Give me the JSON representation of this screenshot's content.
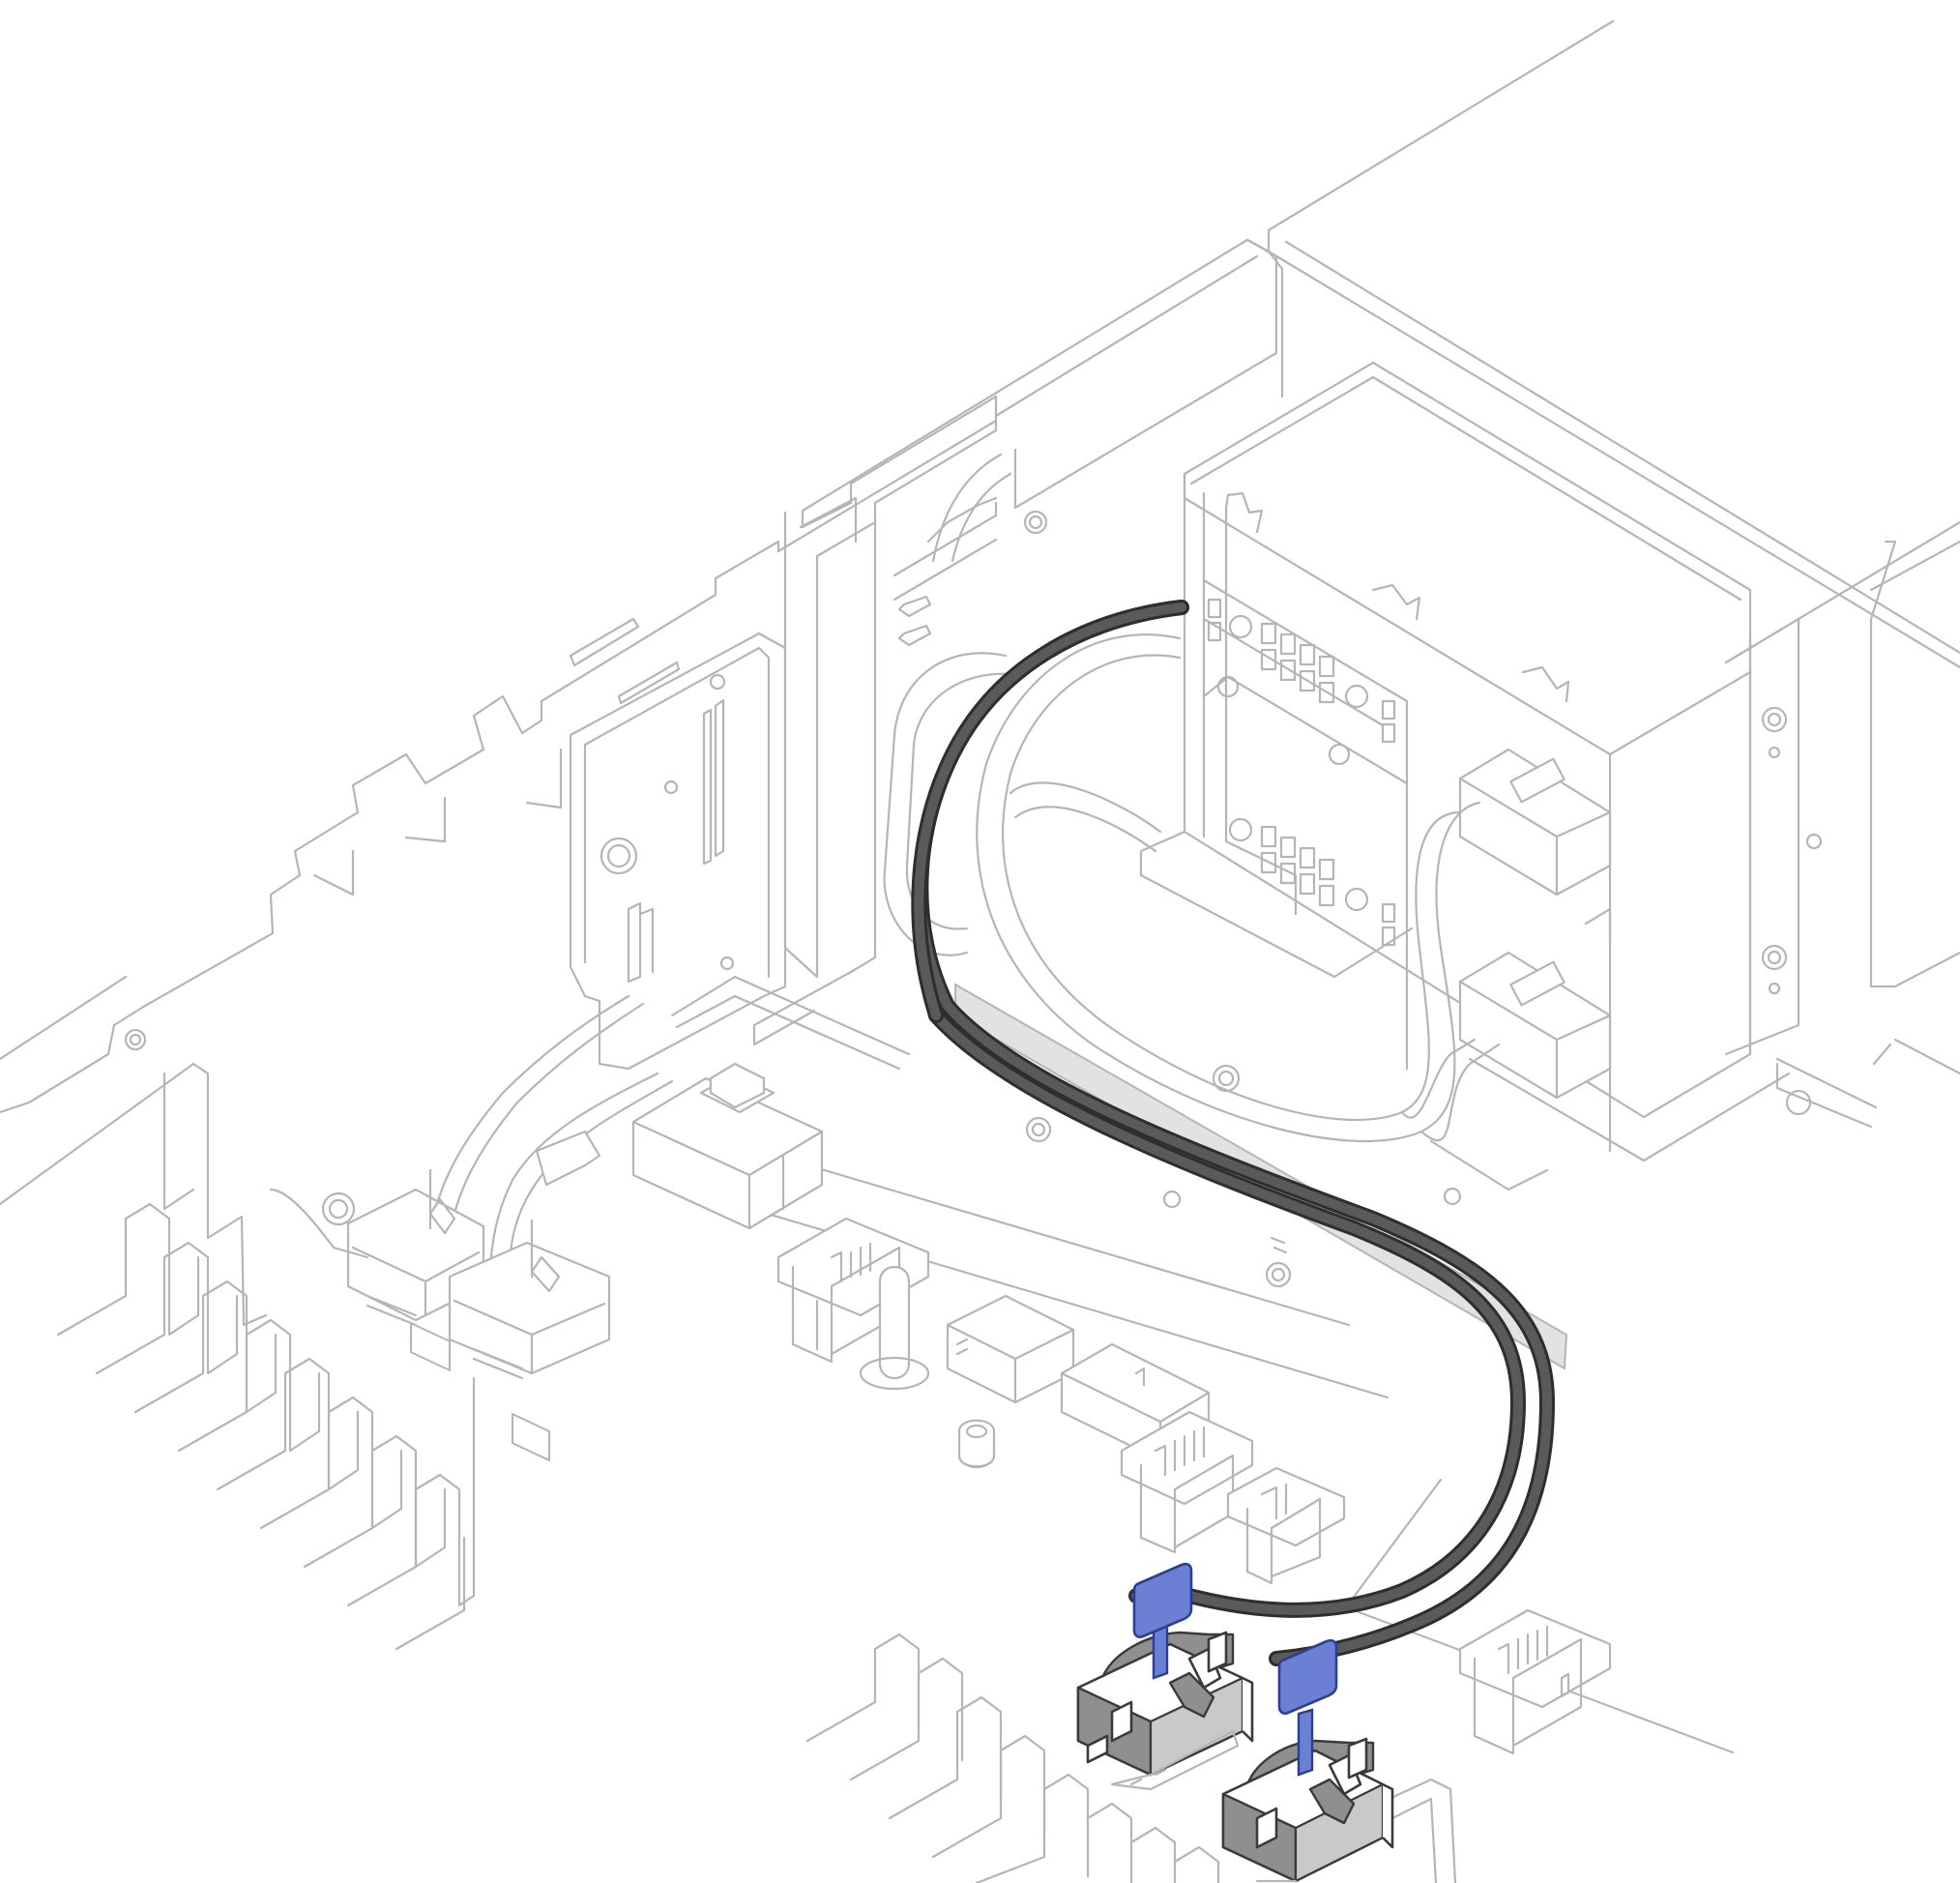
{
  "figure": {
    "colors": {
      "background": "#ffffff",
      "outline": "#b5b5b5",
      "highlight_cable": "#5a5a5a",
      "highlight_cable_outline": "#2e2e2e",
      "ribbon": "#e2e2e2",
      "pull_tab": "#6b7fd4",
      "pull_tab_outline": "#2f3f8f",
      "connector_fill": "#8f8f8f"
    },
    "icons": [
      "server-chassis",
      "power-supply-cage",
      "pcie-riser-bracket",
      "psu-power-cable",
      "system-board-power-connector",
      "cable-pull-tab",
      "dimm-slots",
      "fan-connector"
    ]
  }
}
